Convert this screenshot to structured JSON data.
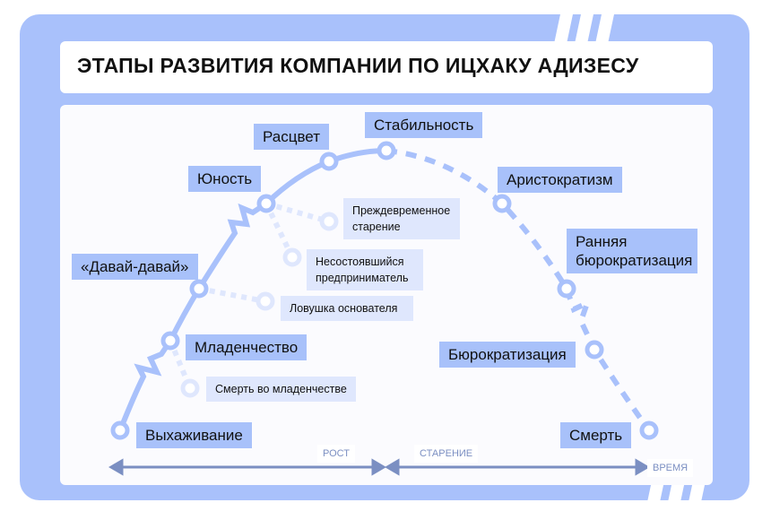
{
  "title": "ЭТАПЫ РАЗВИТИЯ КОМПАНИИ ПО ИЦХАКУ АДИЗЕСУ",
  "stages": [
    "Выхаживание",
    "Младенчество",
    "«Давай-давай»",
    "Юность",
    "Расцвет",
    "Стабильность",
    "Аристократизм",
    "Ранняя бюрократизация",
    "Бюрократизация",
    "Смерть"
  ],
  "traps": [
    "Смерть во младенчестве",
    "Ловушка основателя",
    "Несостоявшийся предприниматель",
    "Преждевременное старение"
  ],
  "axis": {
    "growth": "РОСТ",
    "aging": "СТАРЕНИЕ",
    "time": "ВРЕМЯ"
  },
  "colors": {
    "background": "#a9c1fb",
    "label": "#a8c1fa",
    "trap_label": "#dfe7fd",
    "curve": "#a9c1fb",
    "arrow": "#7b8fc2"
  }
}
